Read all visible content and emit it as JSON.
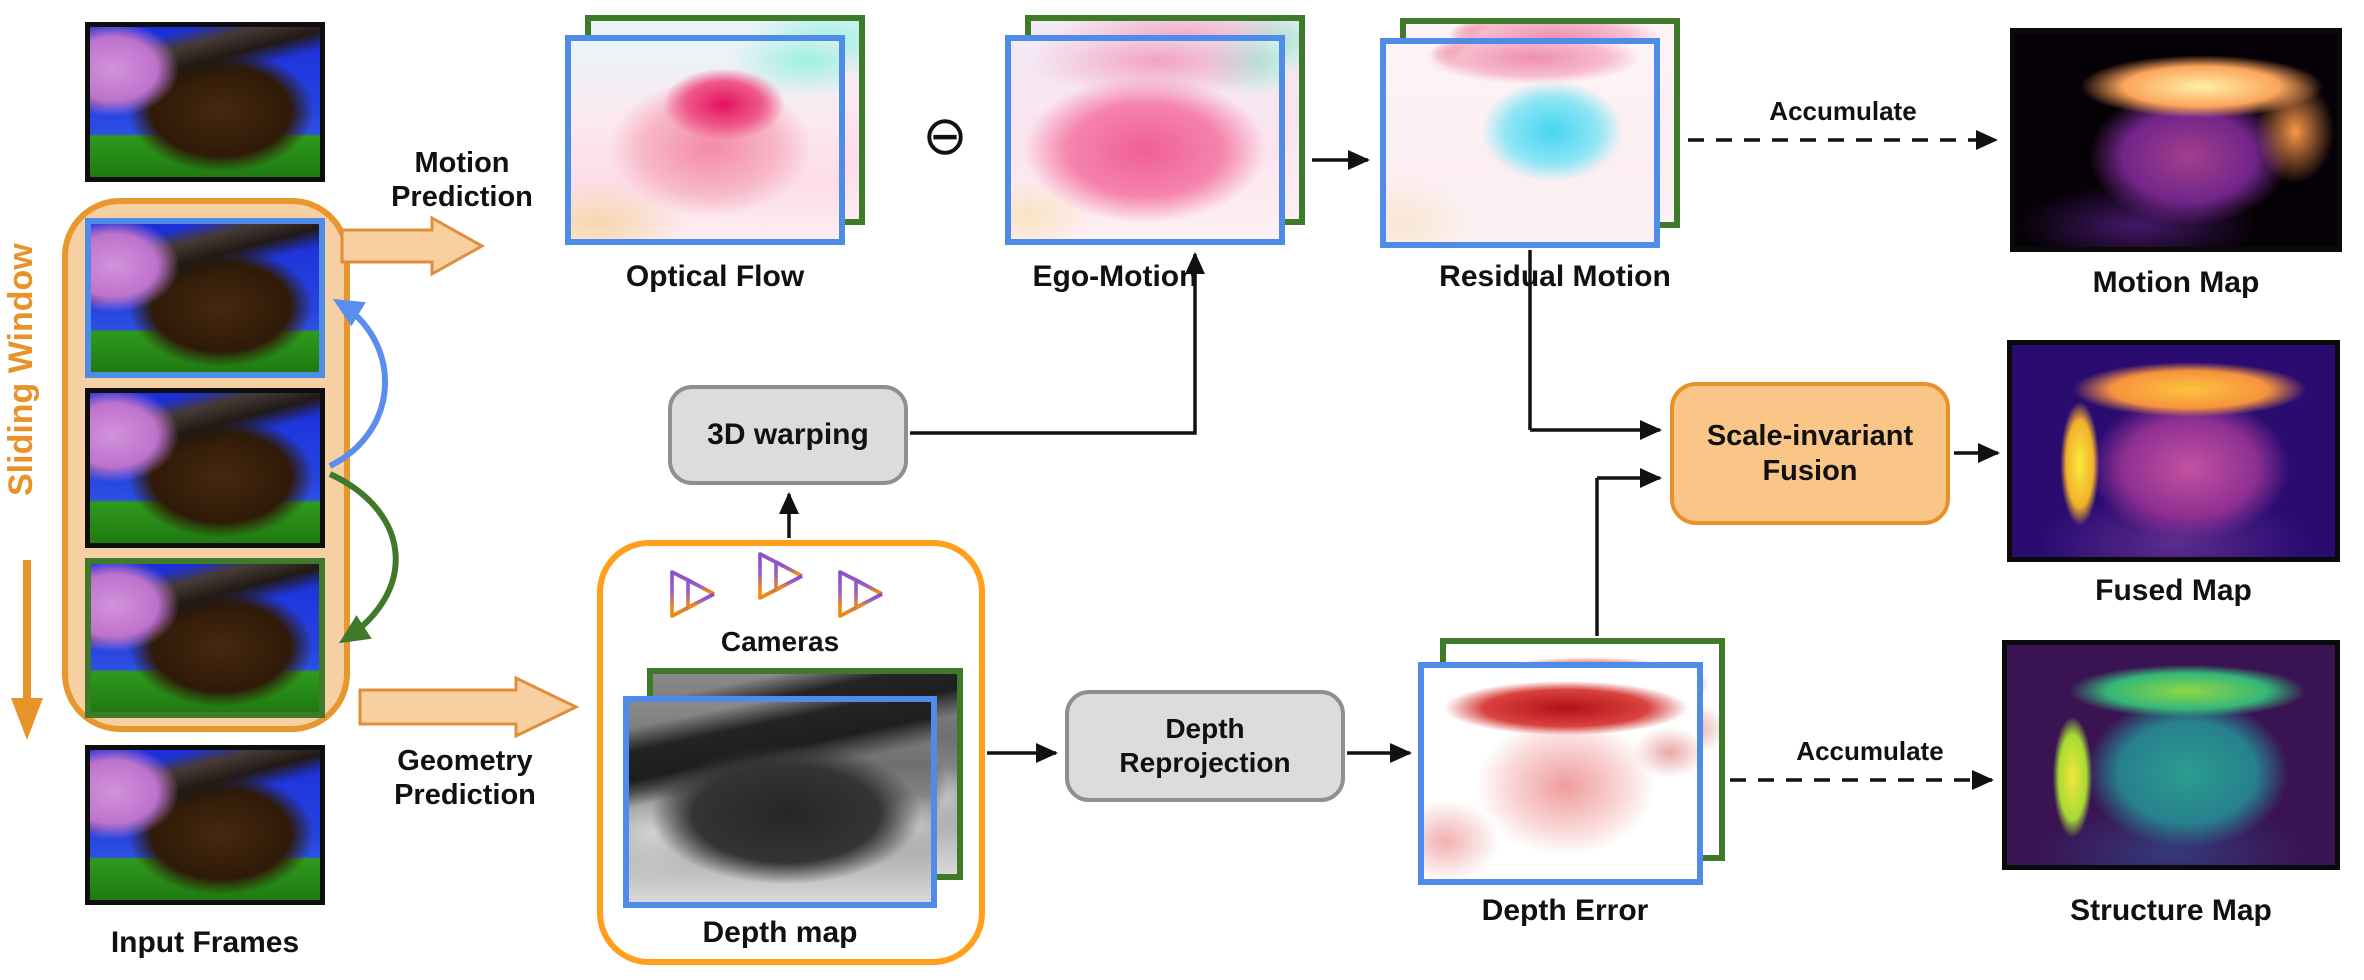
{
  "diagram": {
    "left_panel": {
      "sliding_window_label": "Sliding Window",
      "input_frames_label": "Input Frames"
    },
    "branches": {
      "motion": {
        "line1": "Motion",
        "line2": "Prediction"
      },
      "geometry": {
        "line1": "Geometry",
        "line2": "Prediction"
      }
    },
    "top_row": {
      "optical_flow_label": "Optical Flow",
      "minus_operator": "⊖",
      "ego_motion_label": "Ego-Motion",
      "residual_motion_label": "Residual Motion",
      "accumulate_label": "Accumulate",
      "motion_map_label": "Motion Map"
    },
    "middle": {
      "warping_box_label": "3D warping",
      "cameras_label": "Cameras",
      "depth_map_label": "Depth map"
    },
    "bottom_row": {
      "depth_reprojection": {
        "line1": "Depth",
        "line2": "Reprojection"
      },
      "depth_error_label": "Depth Error",
      "accumulate_label": "Accumulate",
      "structure_map_label": "Structure Map"
    },
    "fusion": {
      "line1": "Scale-invariant",
      "line2": "Fusion"
    },
    "right_column": {
      "fused_map_label": "Fused Map"
    },
    "colors": {
      "accent_orange": "#E8922A",
      "sliding_container_fill": "#F6CFA3",
      "depth_container_stroke": "#FF9F1C",
      "fusion_fill": "#F9C688",
      "frame_blue": "#4F8CE8",
      "frame_green": "#3E7A2A",
      "box_gray": "#DCDCDC"
    }
  }
}
